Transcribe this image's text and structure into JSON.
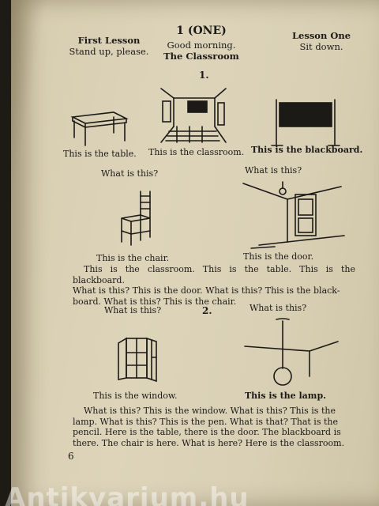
{
  "header": {
    "left_title": "First Lesson",
    "left_sub": "Stand up, please.",
    "center_title": "1 (ONE)",
    "center_sub1": "Good morning.",
    "center_sub2": "The Classroom",
    "right_title": "Lesson One",
    "right_sub": "Sit down."
  },
  "section1": "1.",
  "captions": {
    "table": "This is the table.",
    "classroom": "This is the classroom.",
    "blackboard": "This is the blackboard.",
    "chair": "This is the chair.",
    "door": "This is the door.",
    "window": "This is the window.",
    "lamp": "This is the lamp."
  },
  "questions": {
    "q1": "What is this?",
    "q2": "What is this?",
    "q3": "What is this?",
    "q4": "What is this?"
  },
  "section2": "2.",
  "paragraph1": [
    "This is the classroom. This is the table. This is the blackboard.",
    "What is this? This is the door. What is this? This is the black-",
    "board. What is this? This is the chair."
  ],
  "paragraph2": [
    "What is this? This is the window. What is this? This is the",
    "lamp. What is this? This is the pen. What is that? That is the",
    "pencil. Here is the table, there is the door. The blackboard is",
    "there. The chair is here. What is here? Here is the classroom."
  ],
  "page_number": "6",
  "watermark": "Antikvarium.hu"
}
